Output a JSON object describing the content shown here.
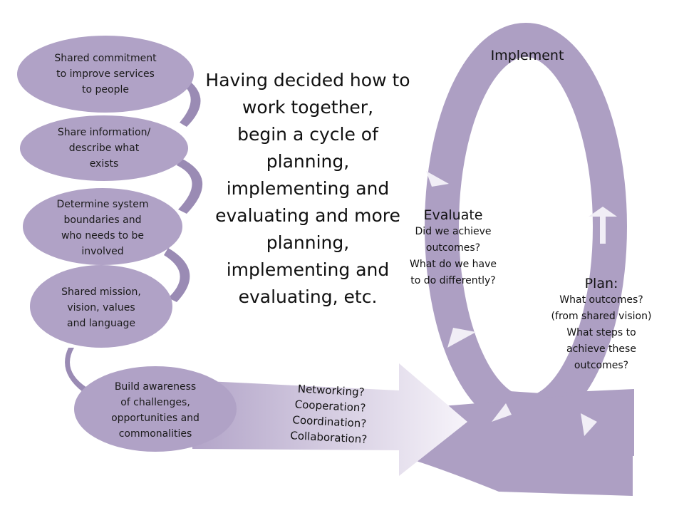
{
  "steps": [
    {
      "lines": [
        "Shared commitment",
        "to improve services",
        "to people"
      ]
    },
    {
      "lines": [
        "Share information/",
        "describe what",
        "exists"
      ]
    },
    {
      "lines": [
        "Determine system",
        "boundaries and",
        "who needs to be",
        "involved"
      ]
    },
    {
      "lines": [
        "Shared mission,",
        "vision, values",
        "and language"
      ]
    },
    {
      "lines": [
        "Build awareness",
        "of  challenges,",
        "opportunities and",
        "commonalities"
      ]
    }
  ],
  "center_text": {
    "lines": [
      "Having decided how to",
      "work together,",
      "begin a cycle of",
      "planning,",
      "implementing and",
      "evaluating and more",
      "planning,",
      "implementing and",
      "evaluating, etc."
    ]
  },
  "arrow_text": {
    "lines": [
      "Networking?",
      "Cooperation?",
      "Coordination?",
      "Collaboration?"
    ]
  },
  "loop": {
    "implement": {
      "title": "Implement"
    },
    "evaluate": {
      "title": "Evaluate",
      "lines": [
        "Did we achieve",
        "outcomes?",
        "What do we have",
        "to do differently?"
      ]
    },
    "plan": {
      "title": "Plan:",
      "lines": [
        "What outcomes?",
        "(from shared vision)",
        "What steps to",
        "achieve these",
        "outcomes?"
      ]
    }
  },
  "colors": {
    "ellipse": "#b0a2c6",
    "loop": "#ad9fc3",
    "connector": "#9a8bb4",
    "arrow_gradient_start": "#b2a4c8",
    "arrow_gradient_end": "#f7f4fa"
  }
}
